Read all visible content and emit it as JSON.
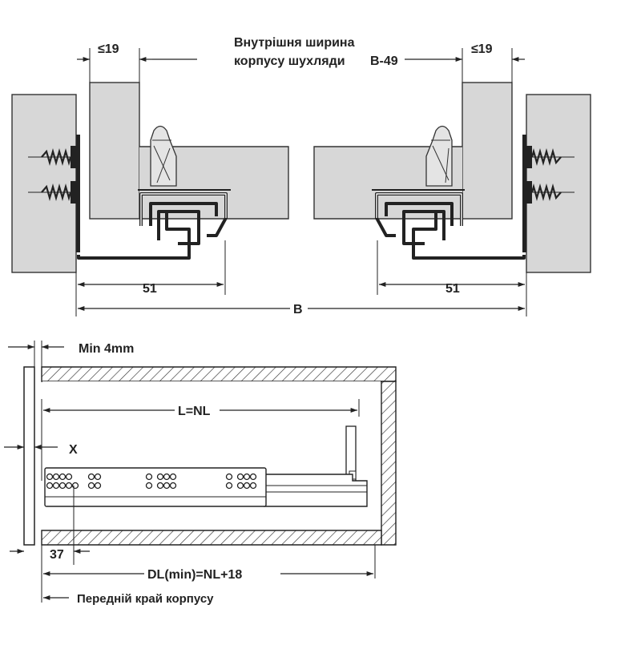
{
  "top_view": {
    "left_offset_label": "≤19",
    "right_offset_label": "≤19",
    "inner_width_line1": "Внутрішня ширина",
    "inner_width_line2": "корпусу шухляди",
    "inner_width_formula": "B-49",
    "left_slide_depth": "51",
    "right_slide_depth": "51",
    "total_width_label": "B"
  },
  "side_view": {
    "gap_label": "Min 4mm",
    "x_label": "X",
    "nominal_length_label": "L=NL",
    "hole_offset_label": "37",
    "drawer_length_label": "DL(min)=NL+18",
    "front_edge_label": "Передній край корпусу"
  },
  "colors": {
    "panel_fill": "#d7d7d7",
    "line": "#222222",
    "background": "#ffffff"
  }
}
